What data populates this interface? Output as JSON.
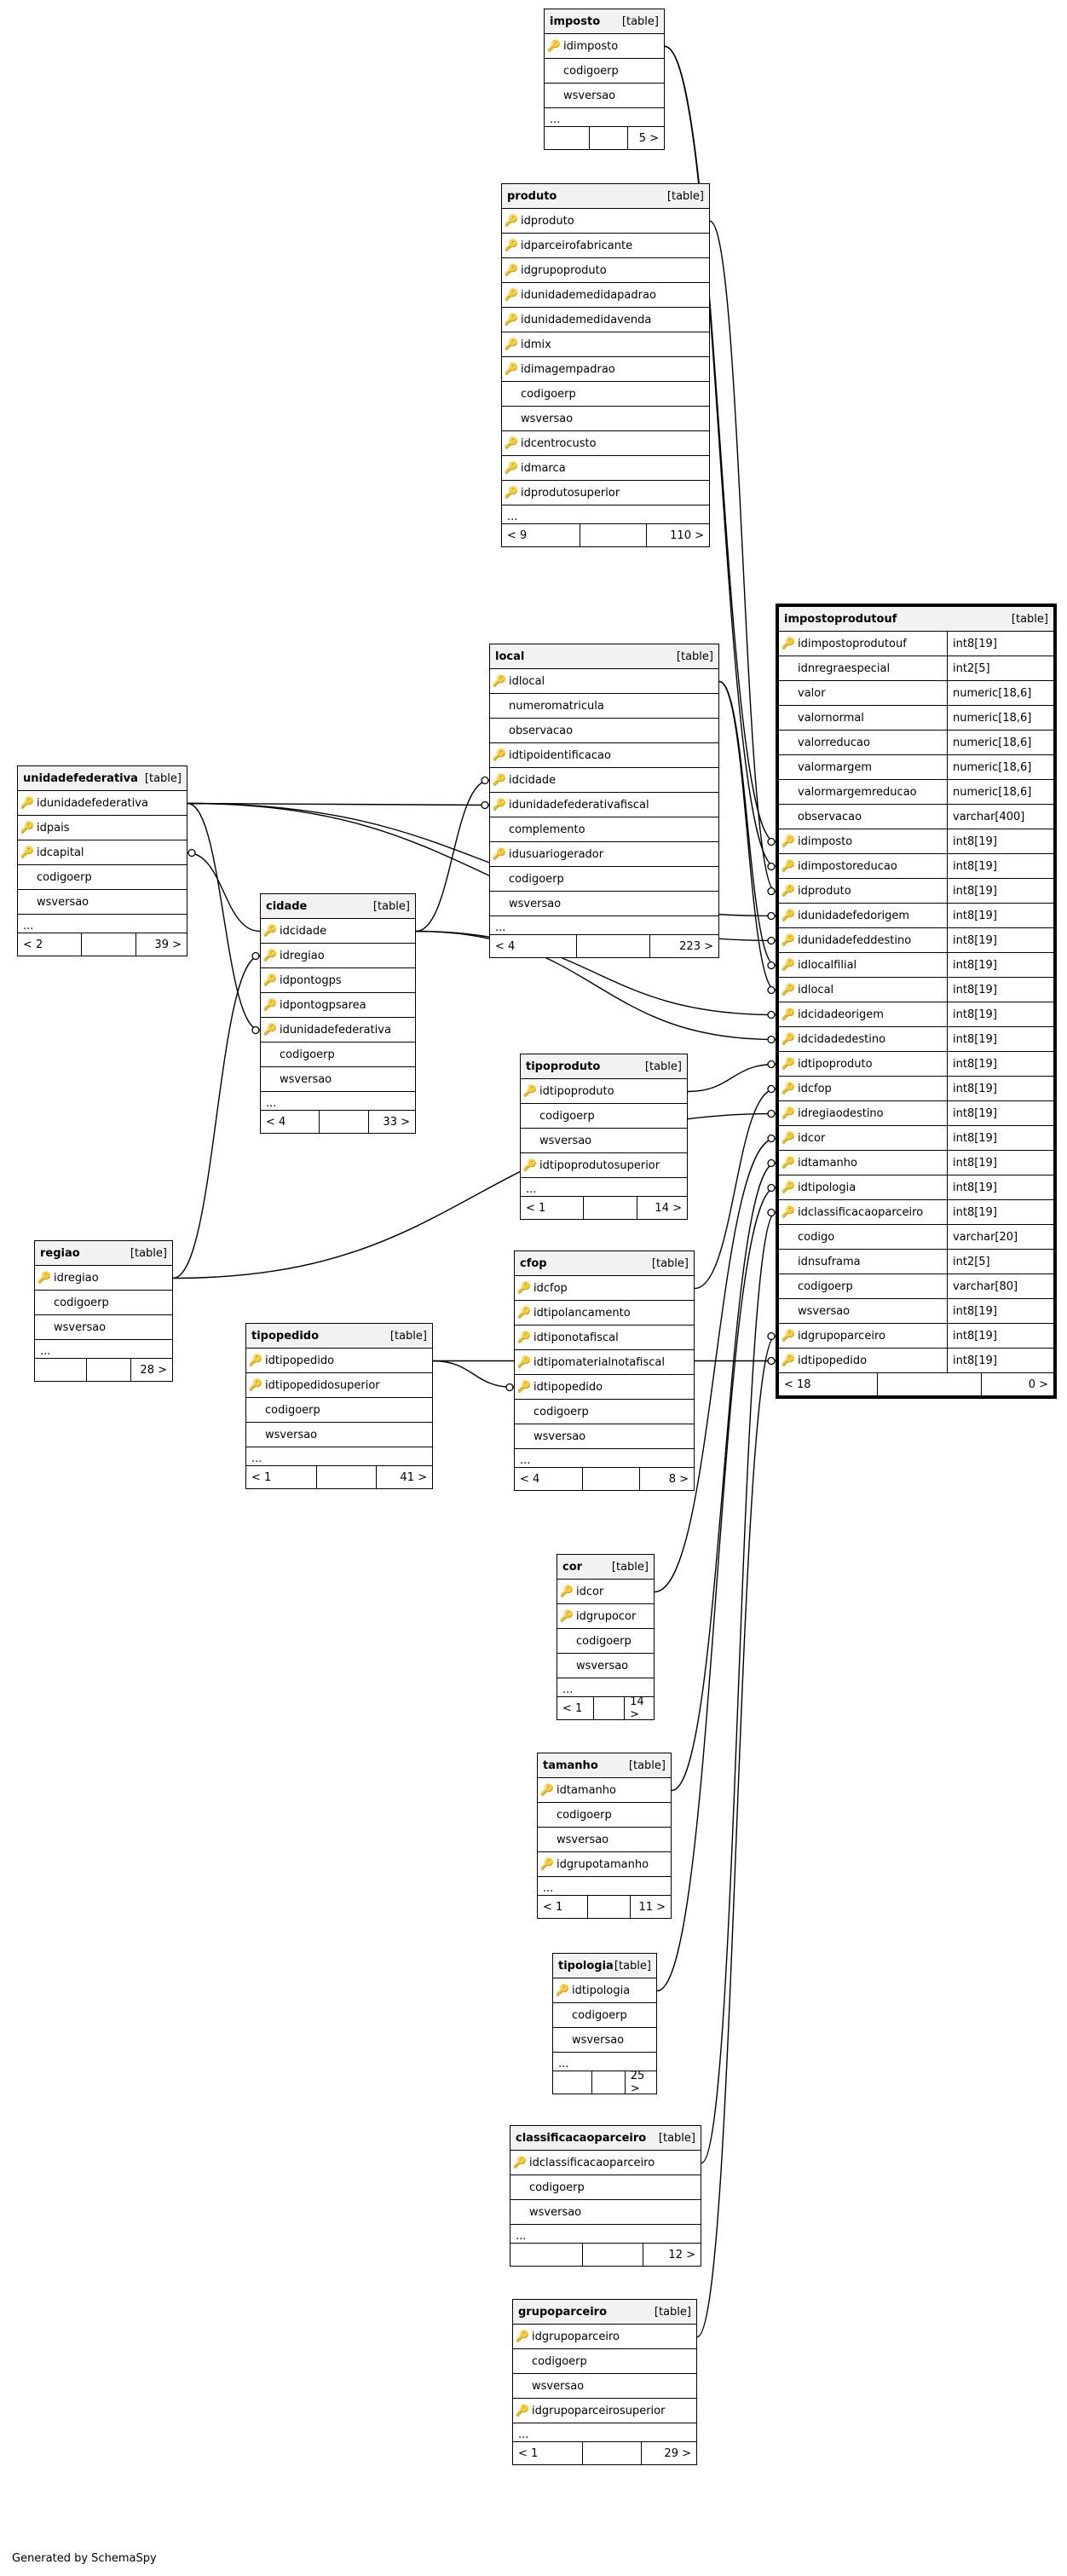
{
  "footer": "Generated by SchemaSpy",
  "tables": [
    {
      "key": "imposto",
      "name": "imposto",
      "kind": "[table]",
      "rows": [
        [
          "pk",
          "idimposto"
        ],
        [
          "",
          "codigoerp"
        ],
        [
          "",
          "wsversao"
        ]
      ],
      "ellipsis": true,
      "footer": [
        "",
        "",
        "5 >"
      ]
    },
    {
      "key": "produto",
      "name": "produto",
      "kind": "[table]",
      "rows": [
        [
          "pk",
          "idproduto"
        ],
        [
          "fk",
          "idparceirofabricante"
        ],
        [
          "fk",
          "idgrupoproduto"
        ],
        [
          "fk",
          "idunidademedidapadrao"
        ],
        [
          "fk",
          "idunidademedidavenda"
        ],
        [
          "fk",
          "idmix"
        ],
        [
          "fk",
          "idimagempadrao"
        ],
        [
          "",
          "codigoerp"
        ],
        [
          "",
          "wsversao"
        ],
        [
          "fk",
          "idcentrocusto"
        ],
        [
          "fk",
          "idmarca"
        ],
        [
          "fk",
          "idprodutosuperior"
        ]
      ],
      "ellipsis": true,
      "footer": [
        "< 9",
        "",
        "110 >"
      ]
    },
    {
      "key": "local",
      "name": "local",
      "kind": "[table]",
      "rows": [
        [
          "pk",
          "idlocal"
        ],
        [
          "",
          "numeromatricula"
        ],
        [
          "",
          "observacao"
        ],
        [
          "fk",
          "idtipoidentificacao"
        ],
        [
          "fk",
          "idcidade"
        ],
        [
          "fk",
          "idunidadefederativafiscal"
        ],
        [
          "",
          "complemento"
        ],
        [
          "fk",
          "idusuariogerador"
        ],
        [
          "",
          "codigoerp"
        ],
        [
          "",
          "wsversao"
        ]
      ],
      "ellipsis": true,
      "footer": [
        "< 4",
        "",
        "223 >"
      ]
    },
    {
      "key": "unidadefederativa",
      "name": "unidadefederativa",
      "kind": "[table]",
      "rows": [
        [
          "pk",
          "idunidadefederativa"
        ],
        [
          "fk",
          "idpais"
        ],
        [
          "fk",
          "idcapital"
        ],
        [
          "",
          "codigoerp"
        ],
        [
          "",
          "wsversao"
        ]
      ],
      "ellipsis": true,
      "footer": [
        "< 2",
        "",
        "39 >"
      ]
    },
    {
      "key": "cidade",
      "name": "cidade",
      "kind": "[table]",
      "rows": [
        [
          "pk",
          "idcidade"
        ],
        [
          "fk",
          "idregiao"
        ],
        [
          "fk",
          "idpontogps"
        ],
        [
          "fk",
          "idpontogpsarea"
        ],
        [
          "fk",
          "idunidadefederativa"
        ],
        [
          "",
          "codigoerp"
        ],
        [
          "",
          "wsversao"
        ]
      ],
      "ellipsis": true,
      "footer": [
        "< 4",
        "",
        "33 >"
      ]
    },
    {
      "key": "tipoproduto",
      "name": "tipoproduto",
      "kind": "[table]",
      "rows": [
        [
          "pk",
          "idtipoproduto"
        ],
        [
          "",
          "codigoerp"
        ],
        [
          "",
          "wsversao"
        ],
        [
          "fk",
          "idtipoprodutosuperior"
        ]
      ],
      "ellipsis": true,
      "footer": [
        "< 1",
        "",
        "14 >"
      ]
    },
    {
      "key": "regiao",
      "name": "regiao",
      "kind": "[table]",
      "rows": [
        [
          "pk",
          "idregiao"
        ],
        [
          "",
          "codigoerp"
        ],
        [
          "",
          "wsversao"
        ]
      ],
      "ellipsis": true,
      "footer": [
        "",
        "",
        "28 >"
      ]
    },
    {
      "key": "tipopedido",
      "name": "tipopedido",
      "kind": "[table]",
      "rows": [
        [
          "pk",
          "idtipopedido"
        ],
        [
          "fk",
          "idtipopedidosuperior"
        ],
        [
          "",
          "codigoerp"
        ],
        [
          "",
          "wsversao"
        ]
      ],
      "ellipsis": true,
      "footer": [
        "< 1",
        "",
        "41 >"
      ]
    },
    {
      "key": "cfop",
      "name": "cfop",
      "kind": "[table]",
      "rows": [
        [
          "pk",
          "idcfop"
        ],
        [
          "fk",
          "idtipolancamento"
        ],
        [
          "fk",
          "idtiponotafiscal"
        ],
        [
          "fk",
          "idtipomaterialnotafiscal"
        ],
        [
          "fk",
          "idtipopedido"
        ],
        [
          "",
          "codigoerp"
        ],
        [
          "",
          "wsversao"
        ]
      ],
      "ellipsis": true,
      "footer": [
        "< 4",
        "",
        "8 >"
      ]
    },
    {
      "key": "cor",
      "name": "cor",
      "kind": "[table]",
      "rows": [
        [
          "pk",
          "idcor"
        ],
        [
          "fk",
          "idgrupocor"
        ],
        [
          "",
          "codigoerp"
        ],
        [
          "",
          "wsversao"
        ]
      ],
      "ellipsis": true,
      "footer": [
        "< 1",
        "",
        "14 >"
      ]
    },
    {
      "key": "tamanho",
      "name": "tamanho",
      "kind": "[table]",
      "rows": [
        [
          "pk",
          "idtamanho"
        ],
        [
          "",
          "codigoerp"
        ],
        [
          "",
          "wsversao"
        ],
        [
          "fk",
          "idgrupotamanho"
        ]
      ],
      "ellipsis": true,
      "footer": [
        "< 1",
        "",
        "11 >"
      ]
    },
    {
      "key": "tipologia",
      "name": "tipologia",
      "kind": "[table]",
      "rows": [
        [
          "pk",
          "idtipologia"
        ],
        [
          "",
          "codigoerp"
        ],
        [
          "",
          "wsversao"
        ]
      ],
      "ellipsis": true,
      "footer": [
        "",
        "",
        "25 >"
      ]
    },
    {
      "key": "classificacaoparceiro",
      "name": "classificacaoparceiro",
      "kind": "[table]",
      "rows": [
        [
          "pk",
          "idclassificacaoparceiro"
        ],
        [
          "",
          "codigoerp"
        ],
        [
          "",
          "wsversao"
        ]
      ],
      "ellipsis": true,
      "footer": [
        "",
        "",
        "12 >"
      ]
    },
    {
      "key": "grupoparceiro",
      "name": "grupoparceiro",
      "kind": "[table]",
      "rows": [
        [
          "pk",
          "idgrupoparceiro"
        ],
        [
          "",
          "codigoerp"
        ],
        [
          "",
          "wsversao"
        ],
        [
          "fk",
          "idgrupoparceirosuperior"
        ]
      ],
      "ellipsis": true,
      "footer": [
        "< 1",
        "",
        "29 >"
      ]
    }
  ],
  "main_table": {
    "key": "impostoprodutouf",
    "name": "impostoprodutouf",
    "kind": "[table]",
    "rows": [
      [
        "pk",
        "idimpostoprodutouf",
        "int8[19]"
      ],
      [
        "",
        "idnregraespecial",
        "int2[5]"
      ],
      [
        "",
        "valor",
        "numeric[18,6]"
      ],
      [
        "",
        "valornormal",
        "numeric[18,6]"
      ],
      [
        "",
        "valorreducao",
        "numeric[18,6]"
      ],
      [
        "",
        "valormargem",
        "numeric[18,6]"
      ],
      [
        "",
        "valormargemreducao",
        "numeric[18,6]"
      ],
      [
        "",
        "observacao",
        "varchar[400]"
      ],
      [
        "fk",
        "idimposto",
        "int8[19]"
      ],
      [
        "fk",
        "idimpostoreducao",
        "int8[19]"
      ],
      [
        "fk",
        "idproduto",
        "int8[19]"
      ],
      [
        "fk",
        "idunidadefedorigem",
        "int8[19]"
      ],
      [
        "fk",
        "idunidadefeddestino",
        "int8[19]"
      ],
      [
        "fk",
        "idlocalfilial",
        "int8[19]"
      ],
      [
        "fk",
        "idlocal",
        "int8[19]"
      ],
      [
        "fk",
        "idcidadeorigem",
        "int8[19]"
      ],
      [
        "fk",
        "idcidadedestino",
        "int8[19]"
      ],
      [
        "fk",
        "idtipoproduto",
        "int8[19]"
      ],
      [
        "fk",
        "idcfop",
        "int8[19]"
      ],
      [
        "fk",
        "idregiaodestino",
        "int8[19]"
      ],
      [
        "fk",
        "idcor",
        "int8[19]"
      ],
      [
        "fk",
        "idtamanho",
        "int8[19]"
      ],
      [
        "fk",
        "idtipologia",
        "int8[19]"
      ],
      [
        "fk",
        "idclassificacaoparceiro",
        "int8[19]"
      ],
      [
        "",
        "codigo",
        "varchar[20]"
      ],
      [
        "",
        "idnsuframa",
        "int2[5]"
      ],
      [
        "",
        "codigoerp",
        "varchar[80]"
      ],
      [
        "",
        "wsversao",
        "int8[19]"
      ],
      [
        "fk",
        "idgrupoparceiro",
        "int8[19]"
      ],
      [
        "fk",
        "idtipopedido",
        "int8[19]"
      ]
    ],
    "footer": [
      "< 18",
      "",
      "0 >"
    ]
  },
  "relationships": [
    {
      "from": "imposto.idimposto",
      "to": "impostoprodutouf.idimposto"
    },
    {
      "from": "imposto.idimposto",
      "to": "impostoprodutouf.idimpostoreducao"
    },
    {
      "from": "produto.idproduto",
      "to": "impostoprodutouf.idproduto"
    },
    {
      "from": "unidadefederativa.idunidadefederativa",
      "to": "impostoprodutouf.idunidadefedorigem"
    },
    {
      "from": "unidadefederativa.idunidadefederativa",
      "to": "impostoprodutouf.idunidadefeddestino"
    },
    {
      "from": "local.idlocal",
      "to": "impostoprodutouf.idlocalfilial"
    },
    {
      "from": "local.idlocal",
      "to": "impostoprodutouf.idlocal"
    },
    {
      "from": "cidade.idcidade",
      "to": "impostoprodutouf.idcidadeorigem"
    },
    {
      "from": "cidade.idcidade",
      "to": "impostoprodutouf.idcidadedestino"
    },
    {
      "from": "tipoproduto.idtipoproduto",
      "to": "impostoprodutouf.idtipoproduto"
    },
    {
      "from": "cfop.idcfop",
      "to": "impostoprodutouf.idcfop"
    },
    {
      "from": "regiao.idregiao",
      "to": "impostoprodutouf.idregiaodestino"
    },
    {
      "from": "cor.idcor",
      "to": "impostoprodutouf.idcor"
    },
    {
      "from": "tamanho.idtamanho",
      "to": "impostoprodutouf.idtamanho"
    },
    {
      "from": "tipologia.idtipologia",
      "to": "impostoprodutouf.idtipologia"
    },
    {
      "from": "classificacaoparceiro.idclassificacaoparceiro",
      "to": "impostoprodutouf.idclassificacaoparceiro"
    },
    {
      "from": "grupoparceiro.idgrupoparceiro",
      "to": "impostoprodutouf.idgrupoparceiro"
    },
    {
      "from": "tipopedido.idtipopedido",
      "to": "impostoprodutouf.idtipopedido"
    },
    {
      "from": "cidade.idcidade",
      "to": "local.idcidade"
    },
    {
      "from": "unidadefederativa.idunidadefederativa",
      "to": "local.idunidadefederativafiscal"
    },
    {
      "from": "unidadefederativa.idunidadefederativa",
      "to": "cidade.idunidadefederativa"
    },
    {
      "from": "cidade.idcidade",
      "to": "unidadefederativa.idcapital"
    },
    {
      "from": "regiao.idregiao",
      "to": "cidade.idregiao"
    },
    {
      "from": "tipopedido.idtipopedido",
      "to": "cfop.idtipopedido"
    }
  ]
}
